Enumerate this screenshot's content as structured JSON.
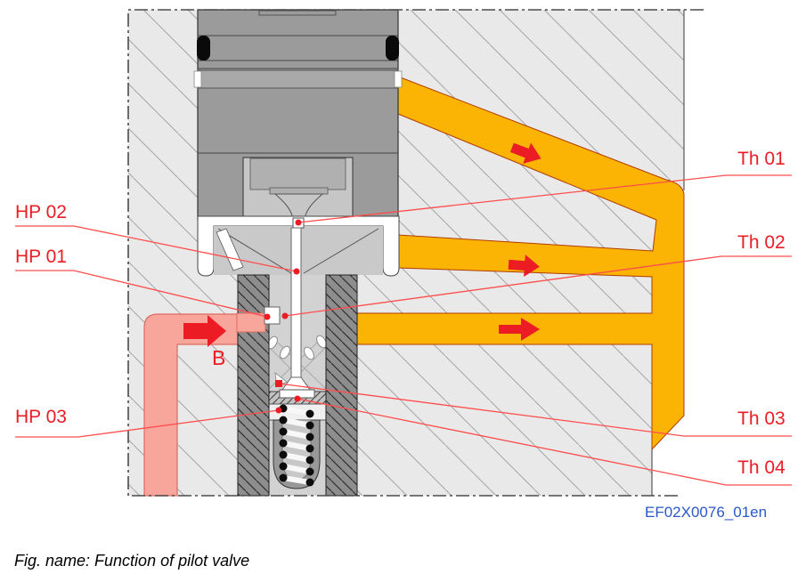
{
  "figure": {
    "caption": "Fig. name: Function of pilot valve",
    "drawing_code": "EF02X0076_01en",
    "port_label": "B",
    "labels_left": [
      {
        "id": "hp02",
        "text": "HP 02"
      },
      {
        "id": "hp01",
        "text": "HP 01"
      },
      {
        "id": "hp03",
        "text": "HP 03"
      }
    ],
    "labels_right": [
      {
        "id": "th01",
        "text": "Th 01"
      },
      {
        "id": "th02",
        "text": "Th 02"
      },
      {
        "id": "th03",
        "text": "Th 03"
      },
      {
        "id": "th04",
        "text": "Th 04"
      }
    ],
    "colors": {
      "high_pressure_pink": "#F8A59C",
      "return_flow_orange": "#FBB403",
      "label_red": "#EC1C24",
      "leader_line_red": "#FF4D4D",
      "code_blue": "#2B57C8",
      "body_gray": "#E9E9E9",
      "cartridge_gray": "#8D8D8D"
    }
  }
}
